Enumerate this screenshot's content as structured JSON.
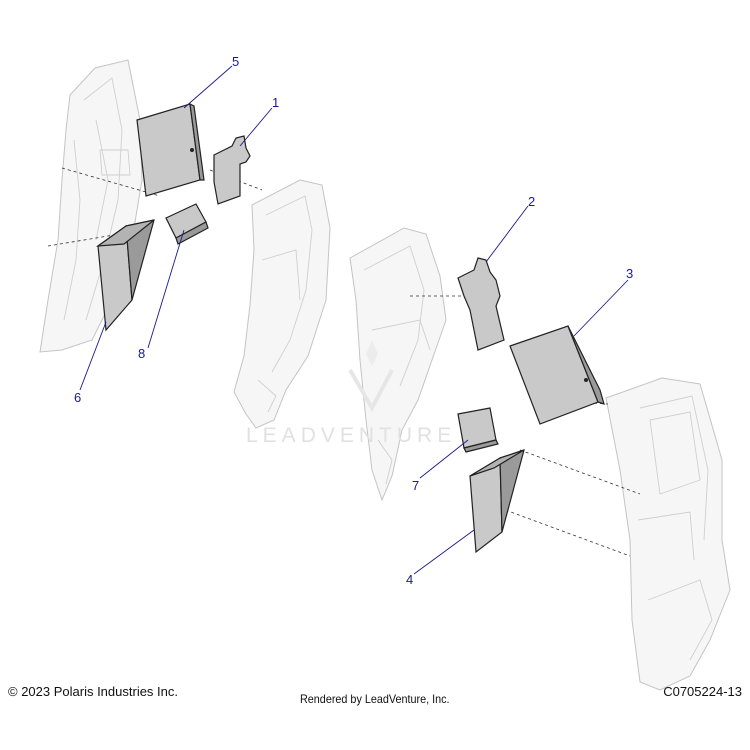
{
  "diagram": {
    "callouts": [
      {
        "id": "5",
        "label": "5"
      },
      {
        "id": "1",
        "label": "1"
      },
      {
        "id": "6",
        "label": "6"
      },
      {
        "id": "8",
        "label": "8"
      },
      {
        "id": "2",
        "label": "2"
      },
      {
        "id": "3",
        "label": "3"
      },
      {
        "id": "7",
        "label": "7"
      },
      {
        "id": "4",
        "label": "4"
      }
    ],
    "watermark": "LEADVENTURE"
  },
  "footer": {
    "copyright": "© 2023 Polaris Industries Inc.",
    "rendered_by": "Rendered by LeadVenture, Inc.",
    "part_code": "C0705224-13"
  },
  "colors": {
    "pad_fill": "#c9c9c9",
    "pad_side": "#9a9a9a",
    "callout": "#1a1a8c",
    "ghost_line": "#c4c4c4"
  }
}
